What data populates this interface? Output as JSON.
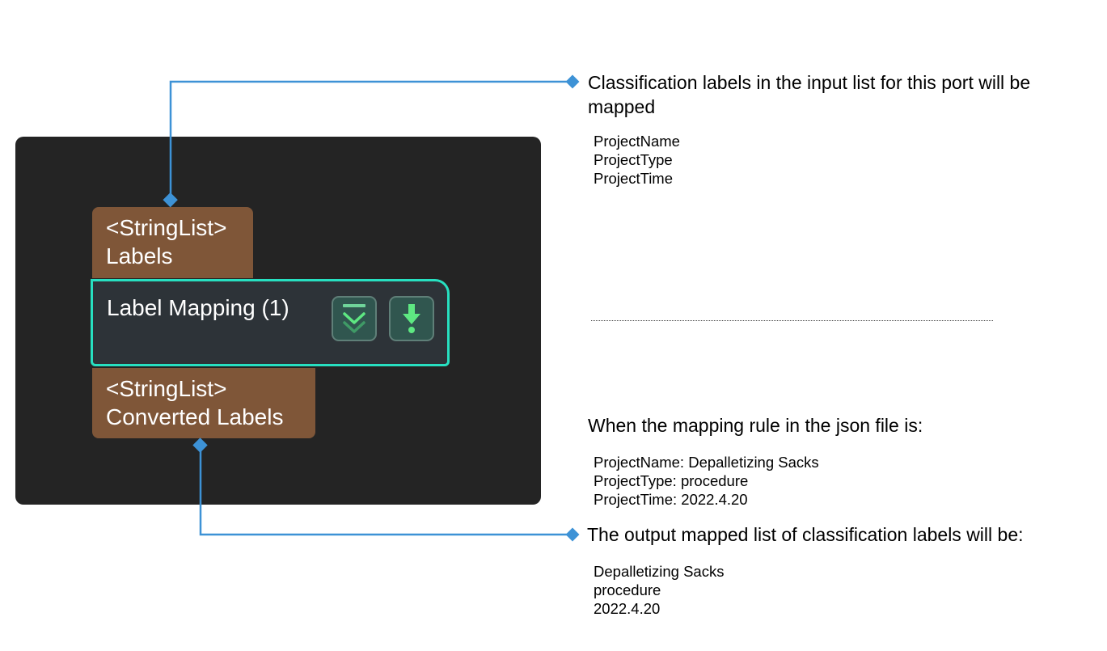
{
  "node": {
    "title": "Label Mapping (1)",
    "accent_color": "#27e0c1",
    "buttons": [
      {
        "icon": "double-chevron-down-icon",
        "color": "#5ee882"
      },
      {
        "icon": "download-arrow-icon",
        "color": "#5ee882"
      }
    ]
  },
  "input_port": {
    "type": "<StringList>",
    "name": "Labels",
    "color": "#7f5638"
  },
  "output_port": {
    "type": "<StringList>",
    "name": "Converted Labels",
    "color": "#7f5638"
  },
  "connector_color": "#3d92d6",
  "annotations": {
    "input": {
      "title_line1": "Classification labels in the input list for this port will be",
      "title_line2": "mapped",
      "items": [
        "ProjectName",
        "ProjectType",
        "ProjectTime"
      ]
    },
    "rule": {
      "title": "When the mapping rule in the json file is:",
      "items": [
        "ProjectName: Depalletizing Sacks",
        "ProjectType:  procedure",
        "ProjectTime:  2022.4.20"
      ]
    },
    "output": {
      "title": "The output mapped list of classification labels will be:",
      "items": [
        "Depalletizing Sacks",
        "procedure",
        "2022.4.20"
      ]
    }
  }
}
